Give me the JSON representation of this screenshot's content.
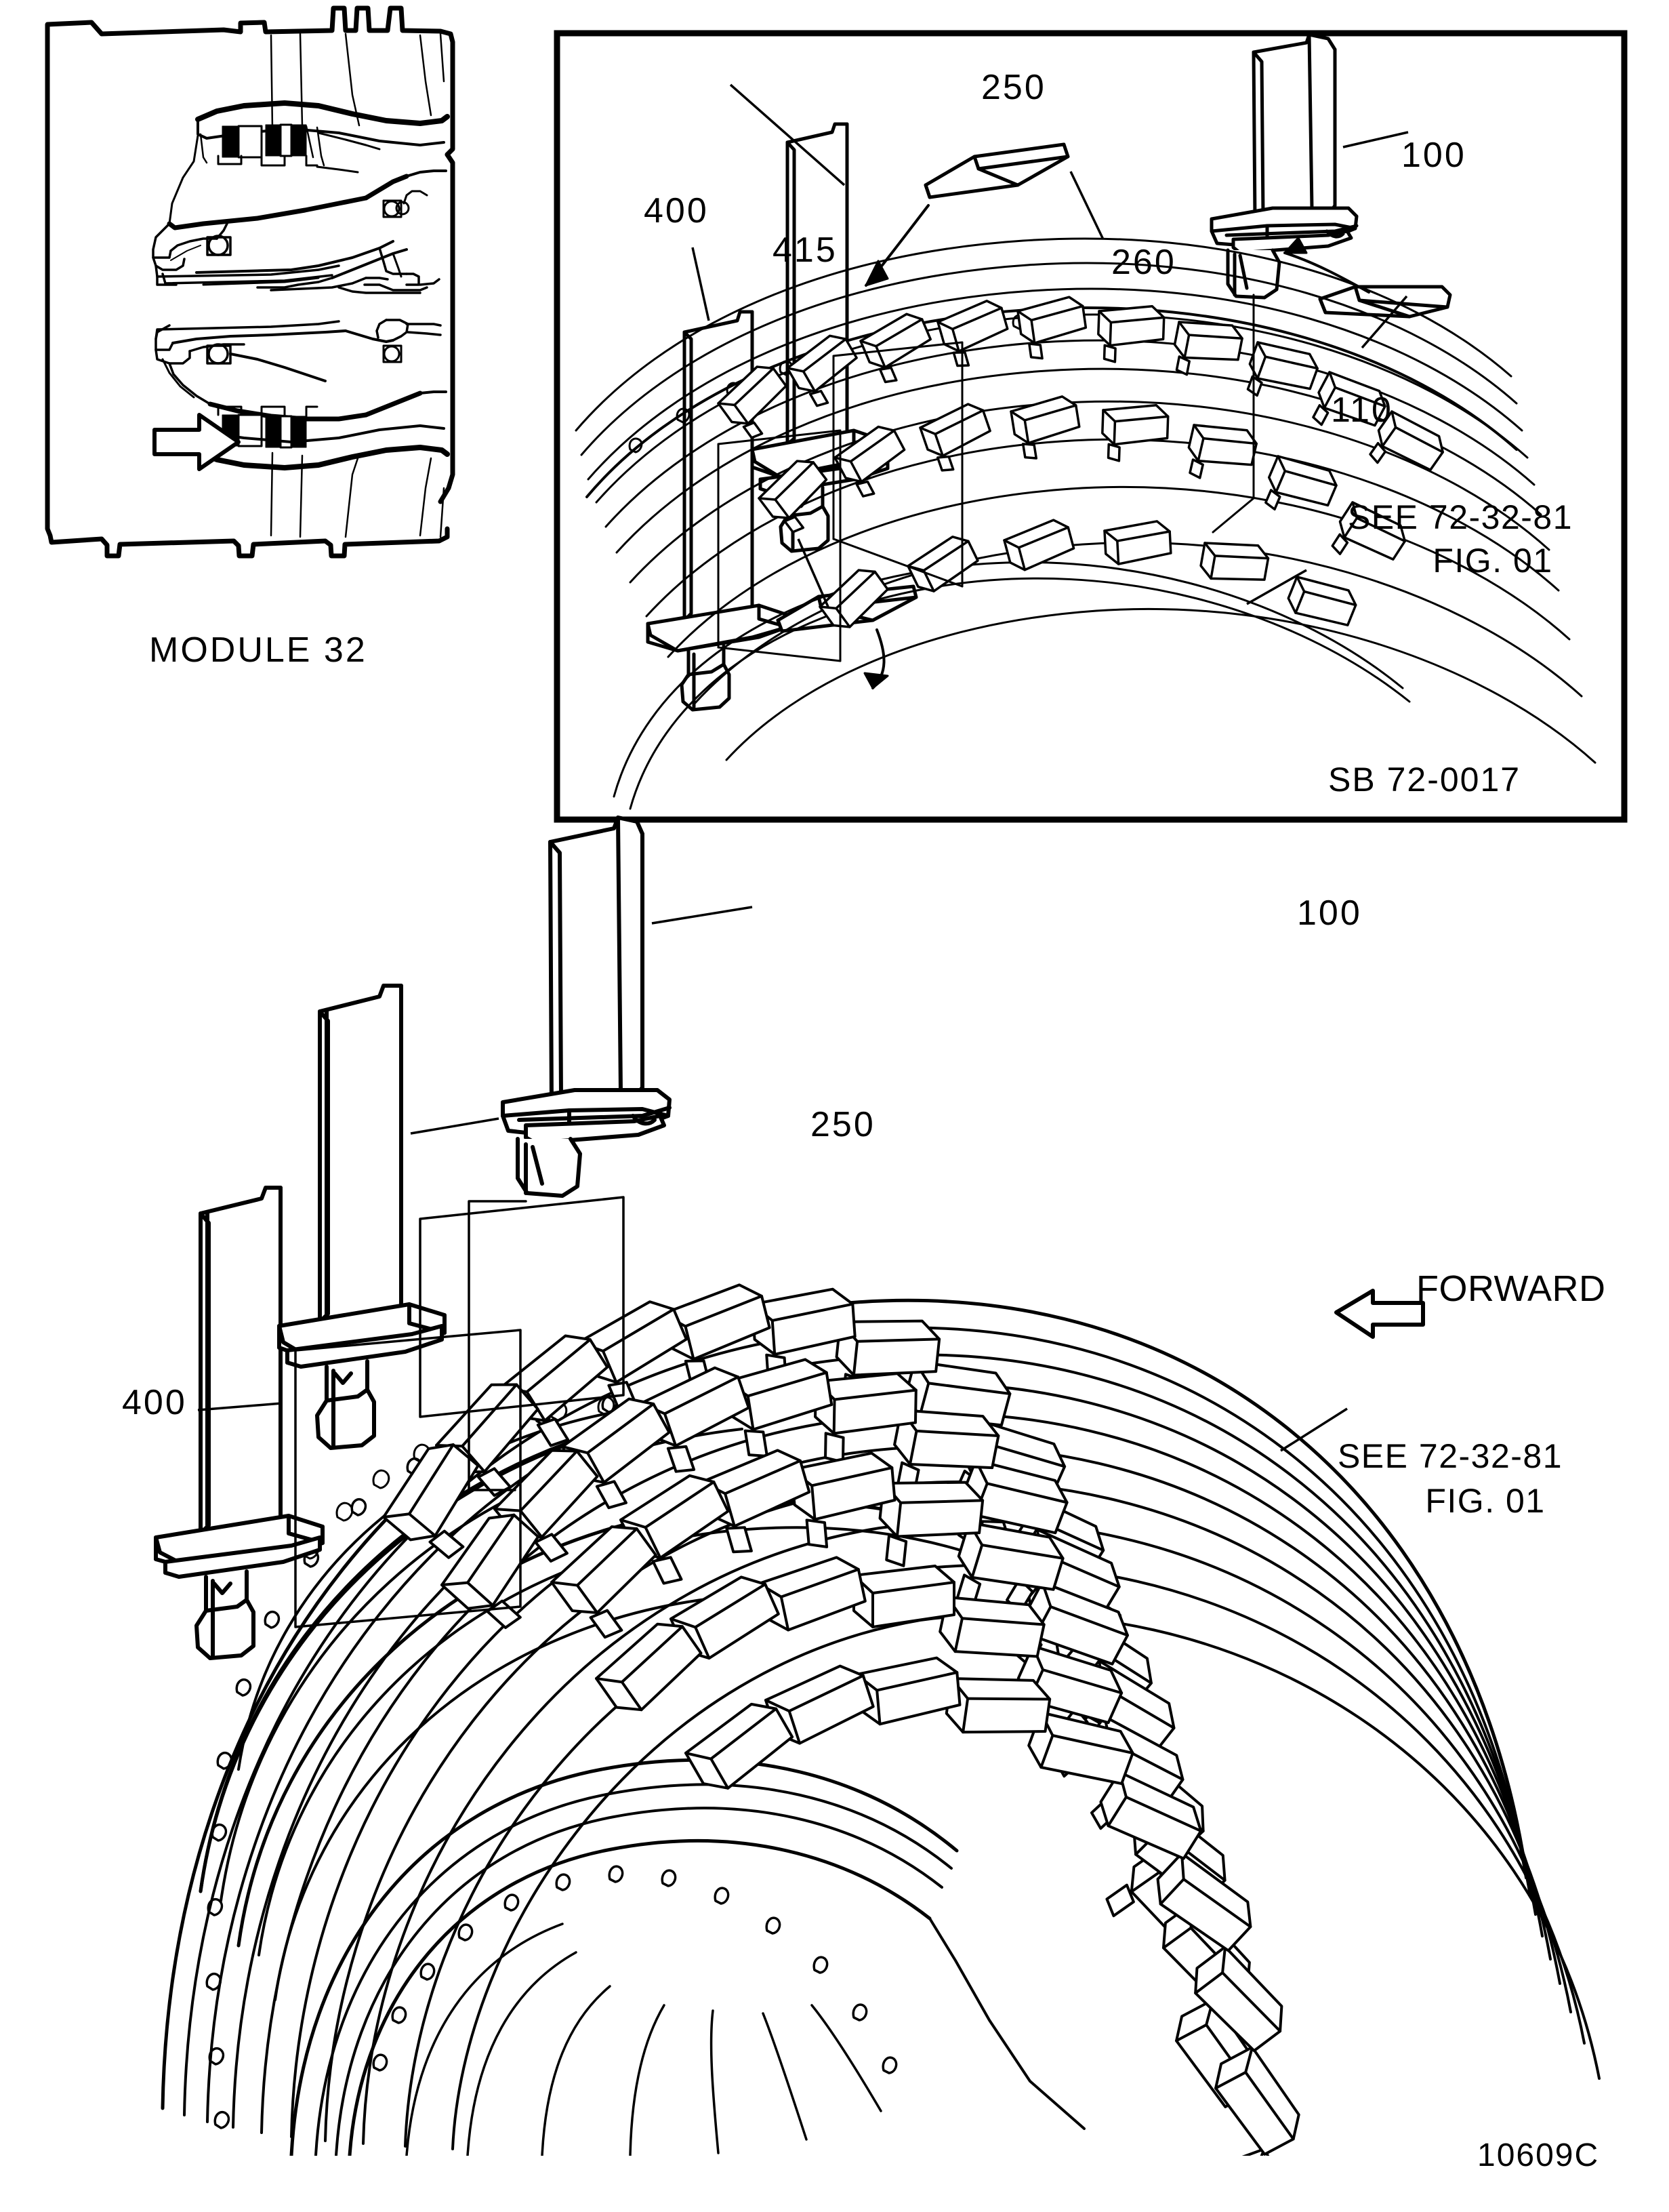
{
  "document": {
    "figure_code": "10609C",
    "service_bulletin": "SB 72-0017"
  },
  "module_view": {
    "caption": "MODULE 32",
    "description": "engine-cross-section-two-stage-turbine"
  },
  "detail_panel": {
    "service_bulletin": "SB 72-0017",
    "callouts": [
      {
        "id": "c250",
        "label": "250",
        "part": "stage-2-turbine-blade"
      },
      {
        "id": "c400",
        "label": "400",
        "part": "stage-2-blade-alternate"
      },
      {
        "id": "c415",
        "label": "415",
        "part": "blade-retention-seal-plate"
      },
      {
        "id": "c260",
        "label": "260",
        "part": "blade-lock-plate"
      },
      {
        "id": "c100",
        "label": "100",
        "part": "stage-1-turbine-blade"
      },
      {
        "id": "c110",
        "label": "110",
        "part": "stage-1-blade-lock-plate"
      }
    ],
    "reference_note": {
      "line1": "SEE  72-32-81",
      "line2": "FIG. 01"
    }
  },
  "main_view": {
    "callouts": [
      {
        "id": "m400",
        "label": "400",
        "part": "stage-2-turbine-blade"
      },
      {
        "id": "m250",
        "label": "250",
        "part": "stage-2-turbine-blade-installed"
      },
      {
        "id": "m100",
        "label": "100",
        "part": "stage-1-turbine-blade"
      }
    ],
    "reference_note": {
      "line1": "SEE 72-32-81",
      "line2": "FIG. 01"
    },
    "orientation": {
      "label": "FORWARD",
      "icon": "left-arrow-icon"
    },
    "subject": "high-pressure-turbine-rotor-disk-assembly"
  },
  "colors": {
    "line": "#000000",
    "background": "#ffffff"
  }
}
